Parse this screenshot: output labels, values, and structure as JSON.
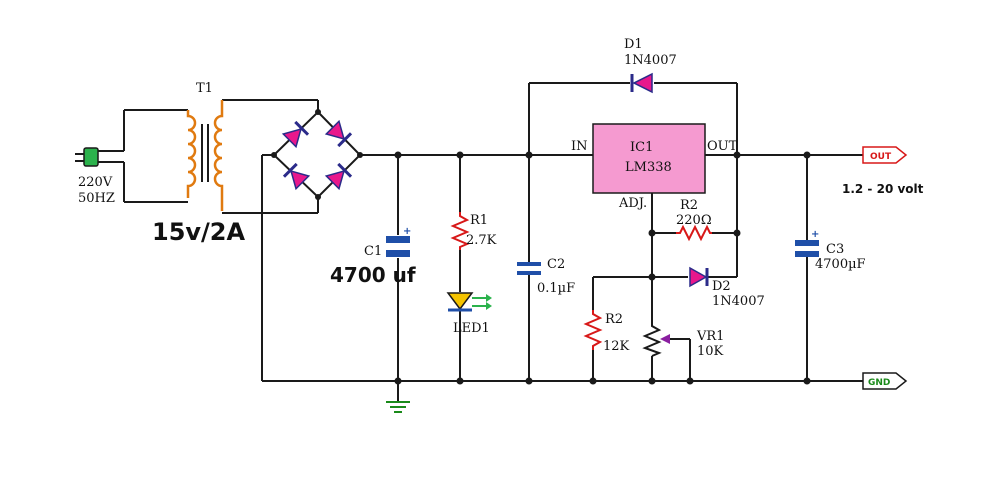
{
  "colors": {
    "wire": "#1a1a1a",
    "diode_fill": "#e8188c",
    "diode_bar": "#2b2b8a",
    "ic_fill": "#f59ad0",
    "resistor": "#d81818",
    "transformer_coil": "#e07a10",
    "capacitor": "#1f4fa8",
    "plug": "#2bb24c",
    "led": "#f5c400",
    "led_arrow": "#2bb24c",
    "out_tag_text": "#d81818",
    "gnd_tag_text": "#1a8a1a",
    "ground": "#1a8a1a"
  },
  "transformer": {
    "ref": "T1",
    "input_voltage": "220V",
    "input_freq": "50HZ",
    "rating": "15v/2A"
  },
  "c1": {
    "ref": "C1",
    "value": "4700 uf"
  },
  "r1": {
    "ref": "R1",
    "value": "2.7K"
  },
  "led": {
    "ref": "LED1"
  },
  "c2": {
    "ref": "C2",
    "value": "0.1µF"
  },
  "ic": {
    "ref": "IC1",
    "part": "LM338",
    "pin_in": "IN",
    "pin_out": "OUT",
    "pin_adj": "ADJ."
  },
  "d1": {
    "ref": "D1",
    "part": "1N4007"
  },
  "d2": {
    "ref": "D2",
    "part": "1N4007"
  },
  "r2_top": {
    "ref": "R2",
    "value": "220Ω"
  },
  "r2_bottom": {
    "ref": "R2",
    "value": "12K"
  },
  "vr1": {
    "ref": "VR1",
    "value": "10K"
  },
  "c3": {
    "ref": "C3",
    "value": "4700µF"
  },
  "out_tag": {
    "label": "OUT"
  },
  "gnd_tag": {
    "label": "GND"
  },
  "output_range": "1.2 - 20 volt"
}
